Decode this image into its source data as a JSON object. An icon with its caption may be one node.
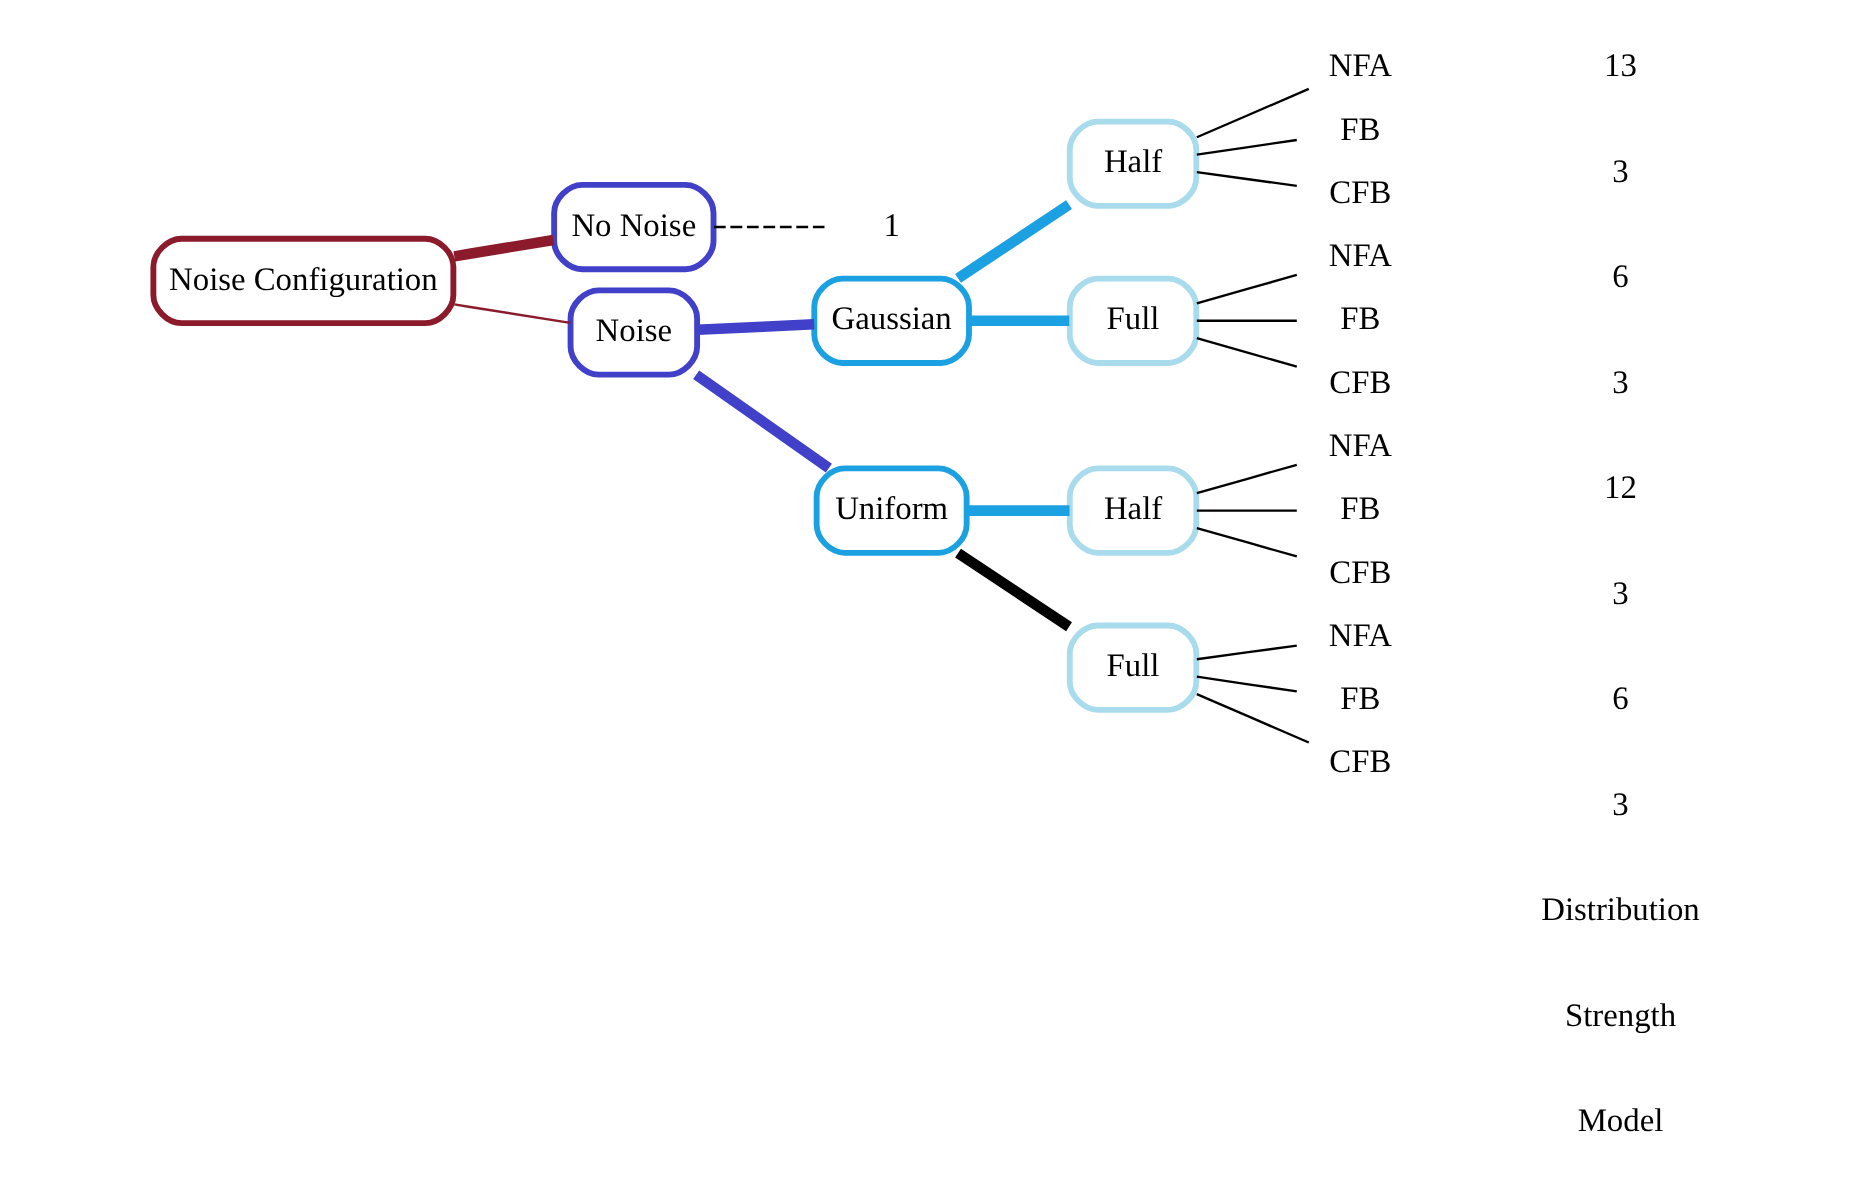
{
  "diagram": {
    "nodes": [
      {
        "text": [
          "Noise Configuration"
        ]
      },
      {
        "text": [
          "No Noise"
        ]
      },
      {
        "text": [
          "Noise"
        ]
      },
      {
        "text": [
          "Gaussian"
        ]
      },
      {
        "text": [
          "Uniform"
        ]
      },
      {
        "text": [
          "Half"
        ]
      },
      {
        "text": [
          "Full"
        ]
      },
      {
        "text": [
          "Half"
        ]
      },
      {
        "text": [
          "Full"
        ]
      },
      {
        "text": [
          "NFA"
        ]
      },
      {
        "text": [
          "FB"
        ]
      },
      {
        "text": [
          "CFB"
        ]
      },
      {
        "text": [
          "NFA"
        ]
      },
      {
        "text": [
          "FB"
        ]
      },
      {
        "text": [
          "CFB"
        ]
      },
      {
        "text": [
          "NFA"
        ]
      },
      {
        "text": [
          "FB"
        ]
      },
      {
        "text": [
          "CFB"
        ]
      },
      {
        "text": [
          "NFA"
        ]
      },
      {
        "text": [
          "FB"
        ]
      },
      {
        "text": [
          "CFB"
        ]
      },
      {
        "text": [
          "1"
        ]
      }
    ],
    "edges": [
      {
        "from": 0,
        "to": 1,
        "arrow": "none",
        "color": "#8b1a2b",
        "style": "thick"
      },
      {
        "from": 0,
        "to": 2,
        "arrow": "none",
        "color": "#8b1a2b"
      },
      {
        "from": 2,
        "to": 3,
        "arrow": "none",
        "color": "#4040c8",
        "style": "thick"
      },
      {
        "from": 2,
        "to": 4,
        "arrow": "none",
        "color": "#4040c8",
        "style": "thick"
      },
      {
        "from": 3,
        "to": 5,
        "arrow": "none",
        "color": "#1ba1e2",
        "style": "thick"
      },
      {
        "from": 3,
        "to": 6,
        "arrow": "none",
        "color": "#1ba1e2",
        "style": "thick"
      },
      {
        "from": 4,
        "to": 7,
        "arrow": "none",
        "color": "#1ba1e2",
        "style": "thick"
      },
      {
        "from": 4,
        "to": 8,
        "arrow": "none",
        "style": "thick"
      },
      {
        "from": 5,
        "to": 9,
        "arrow": "none"
      },
      {
        "from": 5,
        "to": 10,
        "arrow": "none"
      },
      {
        "from": 5,
        "to": 11,
        "arrow": "none"
      },
      {
        "from": 6,
        "to": 12,
        "arrow": "none"
      },
      {
        "from": 6,
        "to": 13,
        "arrow": "none"
      },
      {
        "from": 6,
        "to": 14,
        "arrow": "none"
      },
      {
        "from": 7,
        "to": 15,
        "arrow": "none"
      },
      {
        "from": 7,
        "to": 16,
        "arrow": "none"
      },
      {
        "from": 7,
        "to": 17,
        "arrow": "none"
      },
      {
        "from": 8,
        "to": 18,
        "arrow": "none"
      },
      {
        "from": 8,
        "to": 19,
        "arrow": "none"
      },
      {
        "from": 8,
        "to": 20,
        "arrow": "none"
      },
      {
        "from": 1,
        "to": 21,
        "arrow": "none",
        "style": "dashed"
      }
    ],
    "labels": [
      "13",
      "3",
      "6",
      "3",
      "12",
      "3",
      "6",
      "3",
      "Distribution",
      "Strength",
      "Model"
    ]
  }
}
